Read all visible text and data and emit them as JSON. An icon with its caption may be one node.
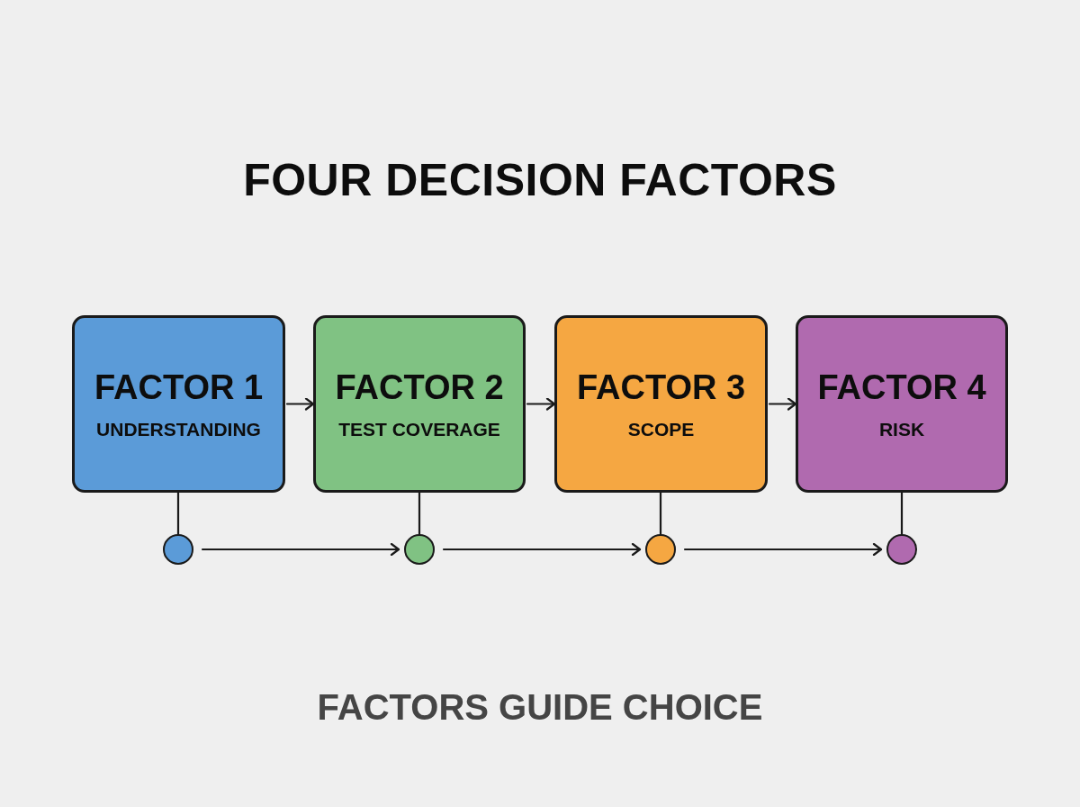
{
  "diagram": {
    "title": "FOUR DECISION FACTORS",
    "caption": "FACTORS GUIDE CHOICE",
    "nodes": [
      {
        "text": [
          "FACTOR 1",
          "UNDERSTANDING"
        ]
      },
      {
        "text": [
          "FACTOR 2",
          "TEST COVERAGE"
        ]
      },
      {
        "text": [
          "FACTOR 3",
          "SCOPE"
        ]
      },
      {
        "text": [
          "FACTOR 4",
          "RISK"
        ]
      },
      {
        "text": [],
        "shape": "circle"
      },
      {
        "text": [],
        "shape": "circle"
      },
      {
        "text": [],
        "shape": "circle"
      },
      {
        "text": [],
        "shape": "circle"
      }
    ],
    "edges": [
      {
        "from": 0,
        "to": 1,
        "arrow": "to"
      },
      {
        "from": 1,
        "to": 2,
        "arrow": "to"
      },
      {
        "from": 2,
        "to": 3,
        "arrow": "to"
      },
      {
        "from": 0,
        "to": 4,
        "arrow": "none"
      },
      {
        "from": 1,
        "to": 5,
        "arrow": "none"
      },
      {
        "from": 2,
        "to": 6,
        "arrow": "none"
      },
      {
        "from": 3,
        "to": 7,
        "arrow": "none"
      },
      {
        "from": 4,
        "to": 5,
        "arrow": "to"
      },
      {
        "from": 5,
        "to": 6,
        "arrow": "to"
      },
      {
        "from": 6,
        "to": 7,
        "arrow": "to"
      }
    ]
  }
}
